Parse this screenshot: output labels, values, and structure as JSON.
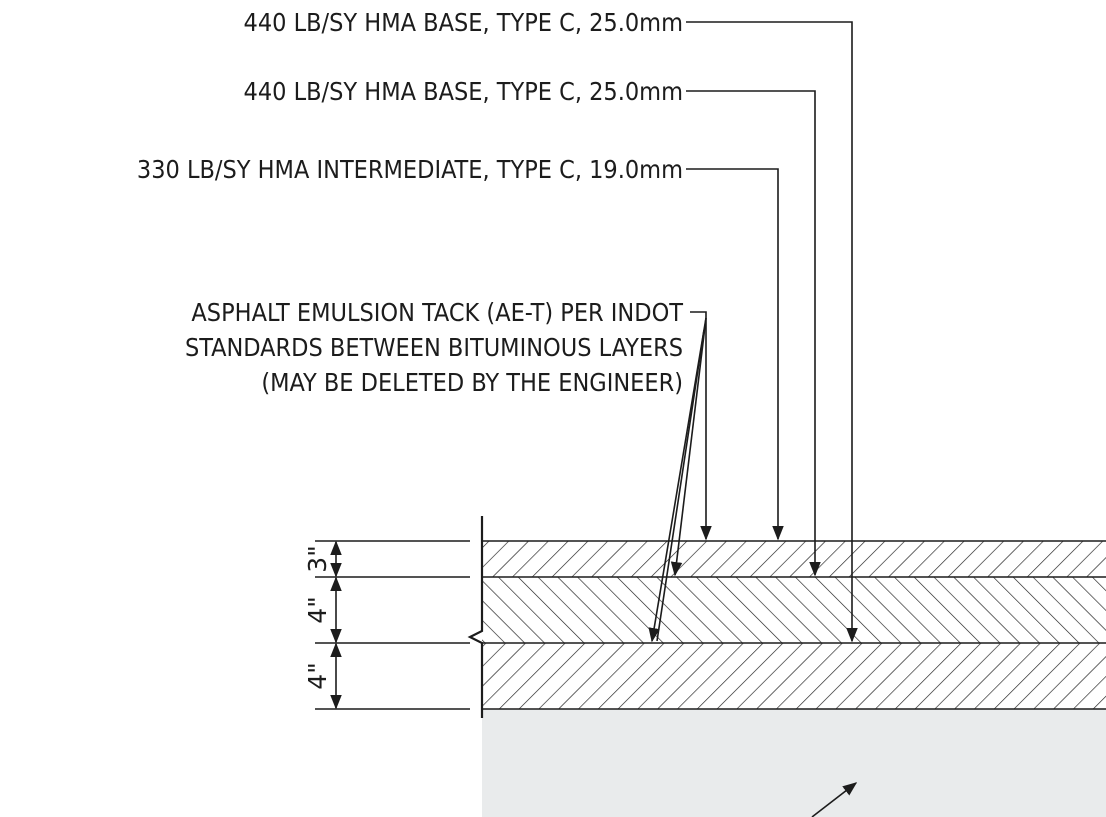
{
  "labels": {
    "base_upper": "440 LB/SY HMA BASE, TYPE C, 25.0mm",
    "base_lower": "440 LB/SY HMA BASE, TYPE C, 25.0mm",
    "intermediate": "330 LB/SY HMA INTERMEDIATE, TYPE C, 19.0mm",
    "tack_line1": "ASPHALT EMULSION TACK (AE-T) PER INDOT",
    "tack_line2": "STANDARDS BETWEEN BITUMINOUS LAYERS",
    "tack_line3": "(MAY BE DELETED BY THE ENGINEER)"
  },
  "dimensions": {
    "top_layer": "3\"",
    "middle_layer": "4\"",
    "bottom_layer": "4\""
  },
  "colors": {
    "ink": "#1c1c1c",
    "subgrade_fill": "#e9ebec",
    "background": "#ffffff"
  }
}
